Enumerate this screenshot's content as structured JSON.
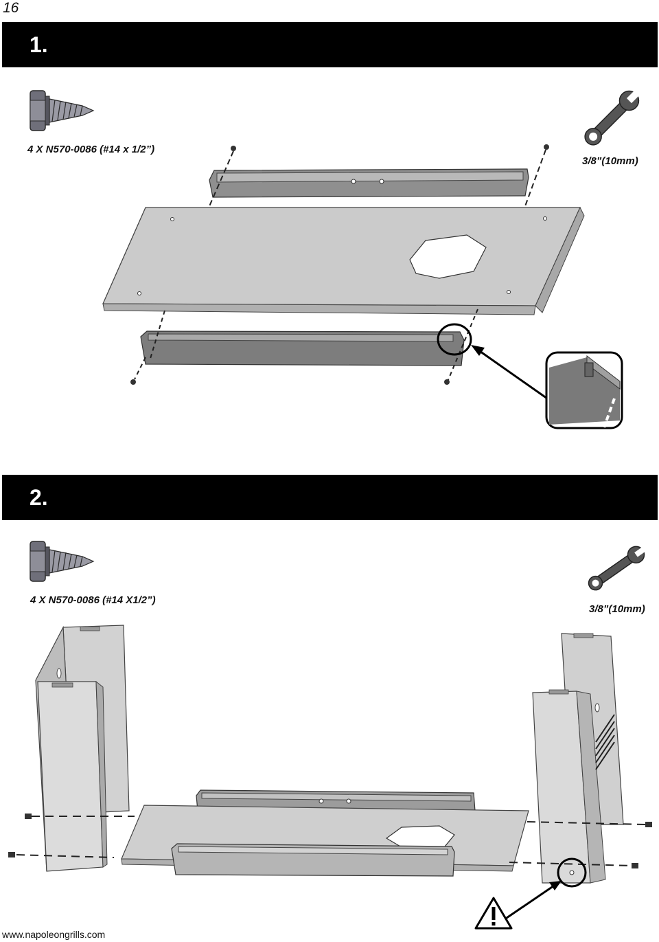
{
  "page": {
    "number": "16",
    "footer_url": "www.napoleongrills.com"
  },
  "steps": [
    {
      "label": "1.",
      "hardware": "4 X N570-0086 (#14 x 1/2”)",
      "tool_size": "3/8”(10mm)"
    },
    {
      "label": "2.",
      "hardware": "4 X N570-0086 (#14 X1/2”)",
      "tool_size": "3/8”(10mm)"
    }
  ],
  "icons": {
    "screw": "screw-icon",
    "wrench": "wrench-icon",
    "warning": "warning-icon"
  },
  "colors": {
    "header_bg": "#000000",
    "header_text": "#ffffff",
    "panel": "#cfcfcf",
    "rail": "#8a8a8a"
  }
}
